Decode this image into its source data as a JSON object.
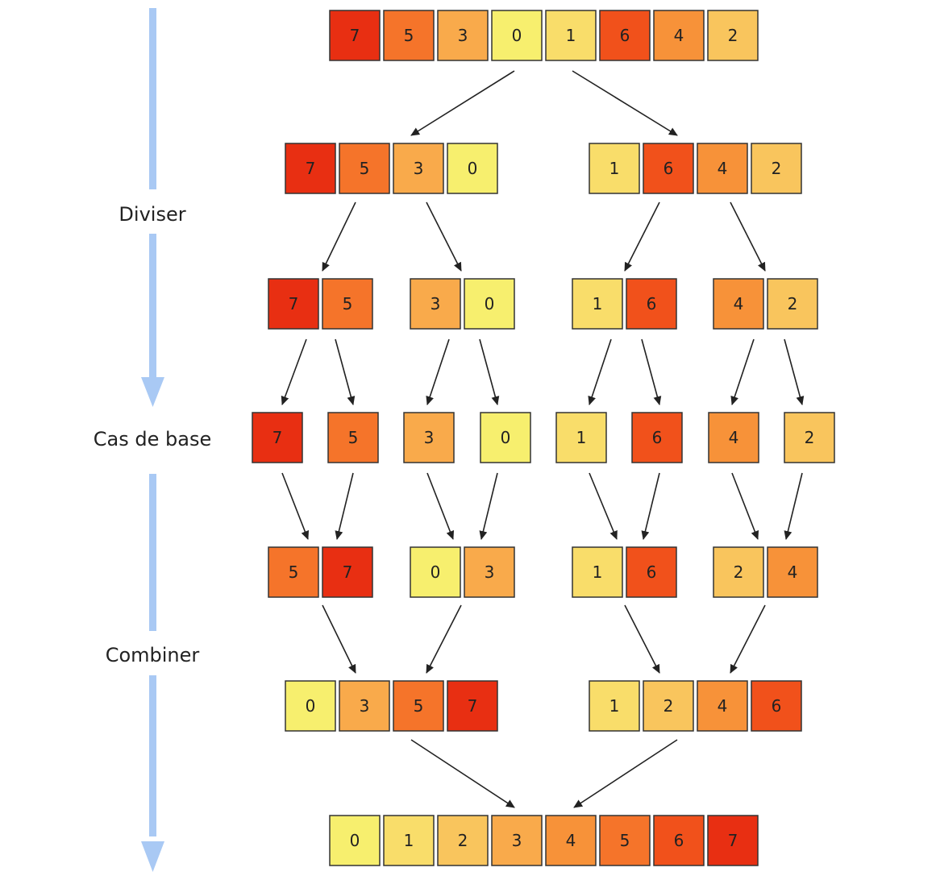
{
  "phases": {
    "divide": "Diviser",
    "base_case": "Cas de base",
    "combine": "Combiner"
  },
  "colors": {
    "0": "#f7ef6e",
    "1": "#f9dd6a",
    "2": "#f9c55d",
    "3": "#f9aa4b",
    "4": "#f79239",
    "5": "#f5742a",
    "6": "#f1511b",
    "7": "#e82f12",
    "border": "#333333",
    "arrow": "#222222",
    "phase_arrow": "#a9c9f4"
  },
  "levels": [
    {
      "stage": "input",
      "groups": [
        [
          7,
          5,
          3,
          0,
          1,
          6,
          4,
          2
        ]
      ]
    },
    {
      "stage": "divide-1",
      "groups": [
        [
          7,
          5,
          3,
          0
        ],
        [
          1,
          6,
          4,
          2
        ]
      ]
    },
    {
      "stage": "divide-2",
      "groups": [
        [
          7,
          5
        ],
        [
          3,
          0
        ],
        [
          1,
          6
        ],
        [
          4,
          2
        ]
      ]
    },
    {
      "stage": "base-case",
      "groups": [
        [
          7
        ],
        [
          5
        ],
        [
          3
        ],
        [
          0
        ],
        [
          1
        ],
        [
          6
        ],
        [
          4
        ],
        [
          2
        ]
      ]
    },
    {
      "stage": "combine-1",
      "groups": [
        [
          5,
          7
        ],
        [
          0,
          3
        ],
        [
          1,
          6
        ],
        [
          2,
          4
        ]
      ]
    },
    {
      "stage": "combine-2",
      "groups": [
        [
          0,
          3,
          5,
          7
        ],
        [
          1,
          2,
          4,
          6
        ]
      ]
    },
    {
      "stage": "output",
      "groups": [
        [
          0,
          1,
          2,
          3,
          4,
          5,
          6,
          7
        ]
      ]
    }
  ]
}
